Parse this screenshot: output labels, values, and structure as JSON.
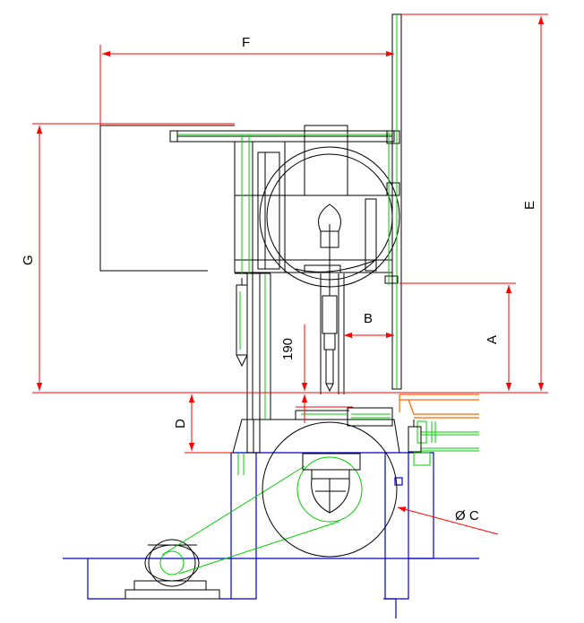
{
  "drawing": {
    "dimension_labels": {
      "A": "A",
      "B": "B",
      "C": "Ø C",
      "D": "D",
      "E": "E",
      "F": "F",
      "G": "G",
      "h190": "190"
    },
    "colors": {
      "dimension": "#ff0000",
      "outline": "#000000",
      "green_parts": "#00cc00",
      "blue_base": "#0000cc",
      "orange_conveyor": "#ff6600"
    },
    "icons": {
      "dimension_arrow": "filled-triangle"
    }
  }
}
